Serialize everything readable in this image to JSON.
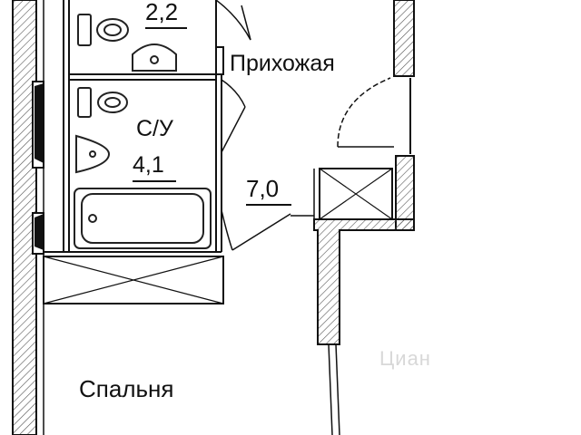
{
  "rooms": {
    "wc": {
      "area": "2,2"
    },
    "hallway": {
      "name": "Прихожая",
      "area": "7,0"
    },
    "bathroom": {
      "name": "С/У",
      "area": "4,1"
    },
    "bedroom": {
      "name": "Спальня"
    }
  },
  "watermark": {
    "text": "Циан"
  },
  "colors": {
    "wall": "#111111",
    "hatch": "#555555",
    "fixture": "#222222",
    "background": "#ffffff"
  }
}
